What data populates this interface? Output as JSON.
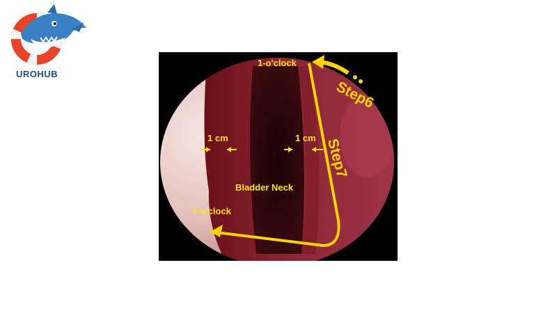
{
  "brand": {
    "name": "UROHUB"
  },
  "figure": {
    "labels": {
      "one_oclock": "1-o'clock",
      "seven_oclock": "7-o'clock",
      "bladder_neck": "Bladder Neck",
      "left_cm": "1 cm",
      "right_cm": "1 cm",
      "step6": "Step6",
      "step7": "Step7"
    },
    "colors": {
      "annotation": "#ffd400",
      "tissue": "#7a1a22",
      "background": "#000000"
    }
  }
}
